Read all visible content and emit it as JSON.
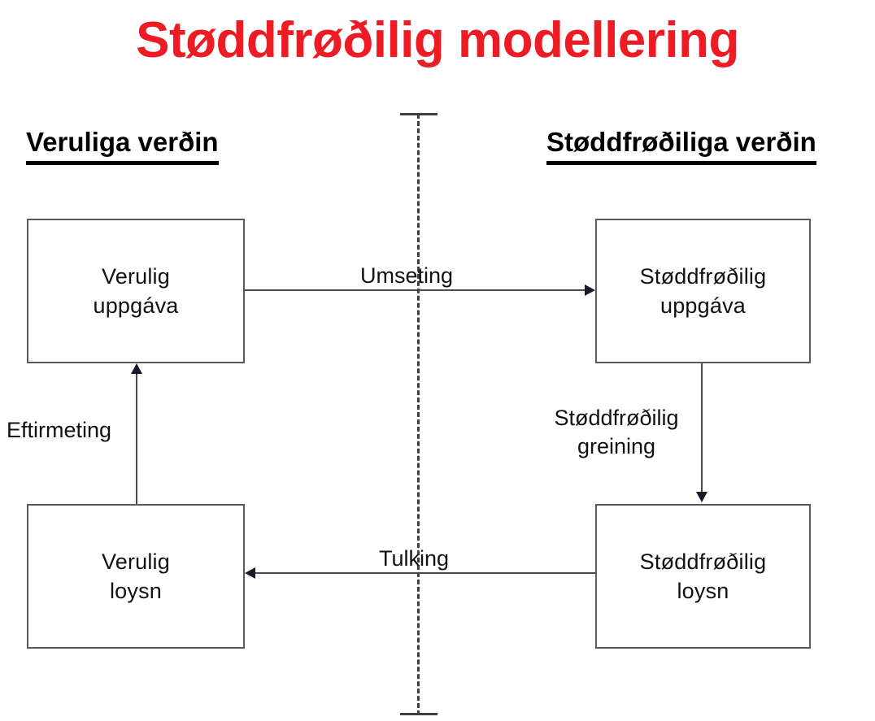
{
  "slide": {
    "title": "Støddfrøðilig modellering",
    "title_color": "#ED1C24",
    "background_color": "#ffffff"
  },
  "headings": {
    "left": "Veruliga verðin",
    "right": "Støddfrøðiliga verðin"
  },
  "boxes": [
    {
      "id": "real-task",
      "label": "Verulig\nuppgáva"
    },
    {
      "id": "math-task",
      "label": "Støddfrøðilig\nuppgáva"
    },
    {
      "id": "real-solution",
      "label": "Verulig\nloysn"
    },
    {
      "id": "math-solution",
      "label": "Støddfrøðilig\nloysn"
    }
  ],
  "box_labels": {
    "top_left_line1": "Verulig",
    "top_left_line2": "uppgáva",
    "top_right_line1": "Støddfrøðilig",
    "top_right_line2": "uppgáva",
    "bottom_left_line1": "Verulig",
    "bottom_left_line2": "loysn",
    "bottom_right_line1": "Støddfrøðilig",
    "bottom_right_line2": "loysn"
  },
  "edges": [
    {
      "id": "umseting",
      "label": "Umseting",
      "from": "real-task",
      "to": "math-task",
      "direction": "right"
    },
    {
      "id": "greining",
      "label": "Støddfrøðilig greining",
      "from": "math-task",
      "to": "math-solution",
      "direction": "down"
    },
    {
      "id": "tulking",
      "label": "Tulking",
      "from": "math-solution",
      "to": "real-solution",
      "direction": "left"
    },
    {
      "id": "eftirmeting",
      "label": "Eftirmeting",
      "from": "real-solution",
      "to": "real-task",
      "direction": "up"
    }
  ],
  "edge_labels": {
    "umseting": "Umseting",
    "tulking": "Tulking",
    "eftirmeting": "Eftirmeting",
    "greining_line1": "Støddfrøðilig",
    "greining_line2": "greining"
  },
  "divider": {
    "style": "dashed-vertical-axis",
    "color": "#3f3f3f"
  }
}
